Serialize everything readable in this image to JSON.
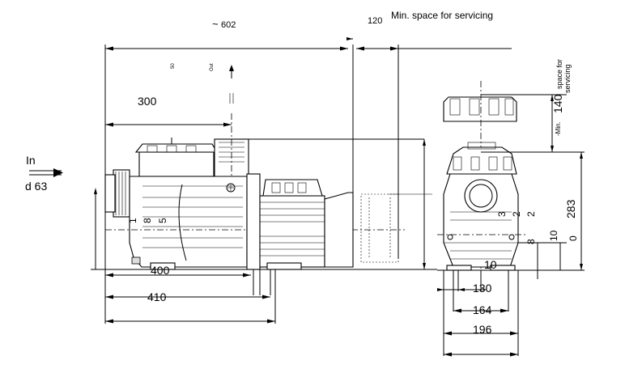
{
  "labels": {
    "overall_length": "~",
    "overall_length_value": "602",
    "service_gap": "120",
    "service_note": "Min. space for servicing",
    "dim_300": "300",
    "dim_50": "50",
    "out_label": "Out",
    "in_label": "In",
    "in_pipe": "d 63",
    "dim_400": "400",
    "dim_410": "410",
    "dim_1": "1",
    "dim_8_side": "8",
    "dim_5": "5",
    "dim_140": "140",
    "space_for": "space for",
    "servicing": "servicing",
    "min_label": "-Min.",
    "dim_283": "283",
    "dim_3": "3",
    "dim_2a": "2",
    "dim_2b": "2",
    "dim_8": "8",
    "dim_10": "10",
    "dim_0": "0",
    "dim_10b": "10",
    "dim_130": "130",
    "dim_164": "164",
    "dim_196": "196"
  }
}
